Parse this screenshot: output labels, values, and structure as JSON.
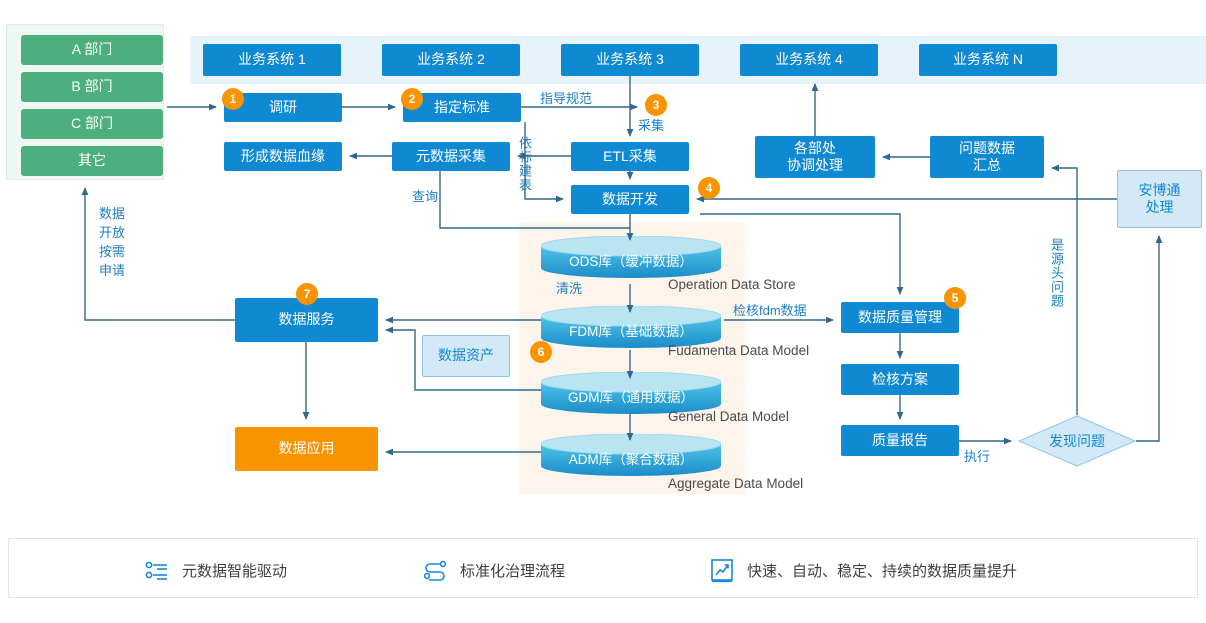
{
  "departments": {
    "panel_name": "departments-panel",
    "items": [
      "A 部门",
      "B 部门",
      "C 部门",
      "其它"
    ]
  },
  "business_systems": {
    "items": [
      "业务系统 1",
      "业务系统 2",
      "业务系统 3",
      "业务系统 4",
      "业务系统 N"
    ]
  },
  "process": {
    "research": "调研",
    "standard": "指定标准",
    "etl": "ETL采集",
    "data_dev": "数据开发",
    "metadata_collect": "元数据采集",
    "lineage": "形成数据血缘",
    "dept_coordination": "各部处\n协调处理",
    "dept_coordination_l1": "各部处",
    "dept_coordination_l2": "协调处理",
    "problem_summary_l1": "问题数据",
    "problem_summary_l2": "汇总",
    "anbotong_l1": "安博通",
    "anbotong_l2": "处理",
    "data_quality": "数据质量管理",
    "audit_plan": "检核方案",
    "quality_report": "质量报告",
    "found_problem": "发现问题",
    "data_service": "数据服务",
    "data_asset": "数据资产",
    "data_app": "数据应用"
  },
  "edge_labels": {
    "guide_spec": "指导规范",
    "collect": "采集",
    "build_by_standard": "依标建表",
    "query": "查询",
    "clean": "清洗",
    "check_fdm": "检核fdm数据",
    "execute": "执行",
    "is_source_problem": "是源头问题",
    "open_on_demand": [
      "数据",
      "开放",
      "按需",
      "申请"
    ]
  },
  "databases": [
    {
      "name": "ODS库（缓冲数据）",
      "subtitle": "Operation Data Store"
    },
    {
      "name": "FDM库（基础数据）",
      "subtitle": "Fudamenta Data Model"
    },
    {
      "name": "GDM库（通用数据）",
      "subtitle": "General Data Model"
    },
    {
      "name": "ADM库（聚合数据）",
      "subtitle": "Aggregate Data Model"
    }
  ],
  "badges": [
    "1",
    "2",
    "3",
    "4",
    "5",
    "6",
    "7"
  ],
  "legend": {
    "items": [
      {
        "icon": "settings-list-icon",
        "label": "元数据智能驱动"
      },
      {
        "icon": "flow-nodes-icon",
        "label": "标准化治理流程"
      },
      {
        "icon": "trend-chart-icon",
        "label": "快速、自动、稳定、持续的数据质量提升"
      }
    ]
  },
  "colors": {
    "blue": "#1089d3",
    "green": "#4caf7d",
    "orange": "#f79400",
    "banner": "#e6f3fb",
    "cylinder_region": "#fdf4ec",
    "wire": "#34688a",
    "label_blue": "#1d7fc4"
  }
}
